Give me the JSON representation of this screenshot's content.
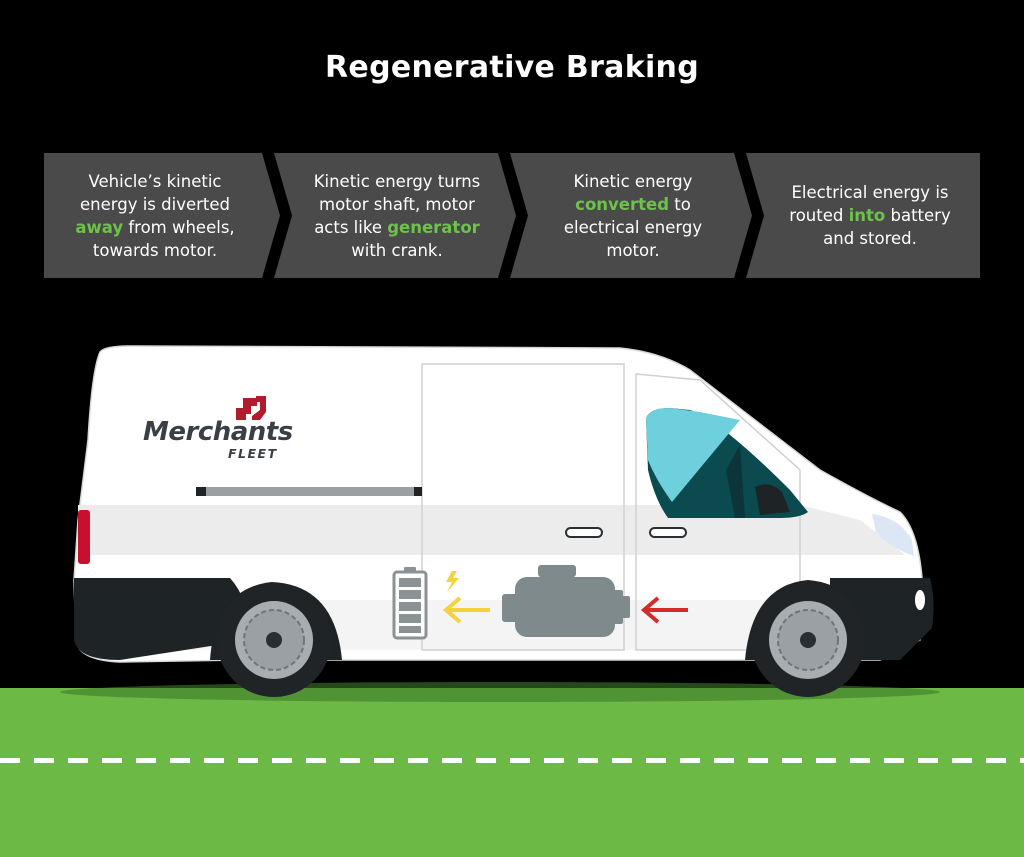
{
  "title": "Regenerative Braking",
  "steps": [
    {
      "pre": "Vehicle’s kinetic energy is diverted ",
      "hl": "away",
      "post": " from wheels, towards motor."
    },
    {
      "pre": "Kinetic energy turns motor shaft, motor acts like ",
      "hl": "generator",
      "post": " with crank."
    },
    {
      "pre": "Kinetic energy ",
      "hl": "converted",
      "post": " to electrical energy motor."
    },
    {
      "pre": "Electrical energy is routed ",
      "hl": "into",
      "post": " battery and stored."
    }
  ],
  "logo": {
    "word": "Merchants",
    "sub": "FLEET"
  },
  "colors": {
    "background": "#000000",
    "step_box": "#4a4a4a",
    "highlight": "#6cc24a",
    "ground": "#6cb946",
    "van_body": "#ffffff",
    "brand_red": "#b01c2e",
    "energy_arrow": "#f3d23a",
    "brake_arrow": "#d42a2a"
  },
  "icons": [
    "battery-icon",
    "lightning-icon",
    "motor-icon",
    "energy-flow-arrow-icon",
    "braking-force-arrow-icon"
  ]
}
